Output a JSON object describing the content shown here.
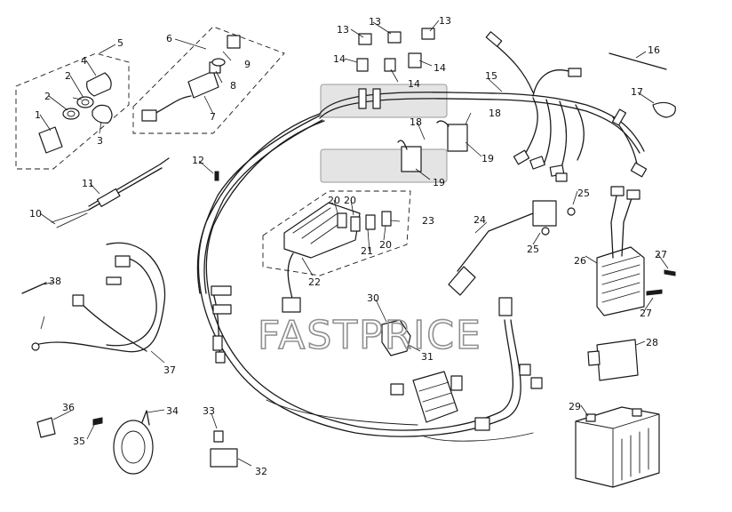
{
  "diagram": {
    "watermark": "FASTPRICE",
    "callouts": [
      "1",
      "2",
      "2",
      "3",
      "4",
      "5",
      "6",
      "7",
      "8",
      "9",
      "10",
      "11",
      "12",
      "13",
      "13",
      "13",
      "14",
      "14",
      "14",
      "15",
      "16",
      "17",
      "18",
      "18",
      "19",
      "19",
      "20",
      "20",
      "20",
      "21",
      "22",
      "23",
      "24",
      "25",
      "25",
      "26",
      "27",
      "27",
      "28",
      "29",
      "30",
      "31",
      "32",
      "33",
      "34",
      "35",
      "36",
      "37",
      "38"
    ]
  }
}
